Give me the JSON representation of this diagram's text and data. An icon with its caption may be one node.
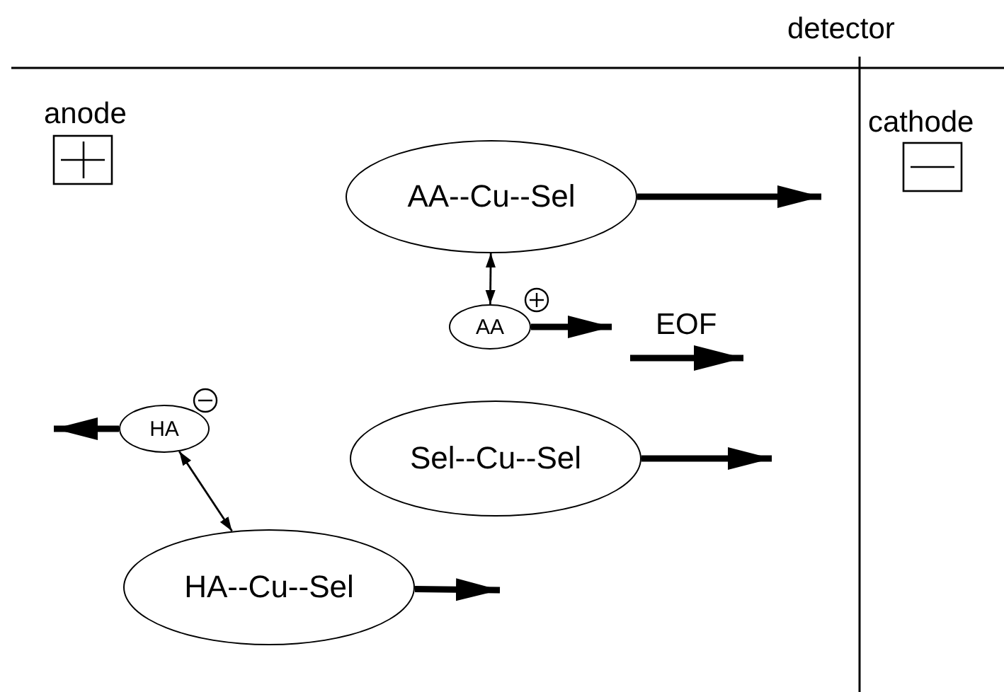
{
  "diagram": {
    "nodes": [
      {
        "text": [
          "AA--Cu--Sel"
        ]
      },
      {
        "text": [
          "AA"
        ]
      },
      {
        "text": [
          "HA"
        ]
      },
      {
        "text": [
          "Sel--Cu--Sel"
        ]
      },
      {
        "text": [
          "HA--Cu--Sel"
        ]
      }
    ],
    "edges": [
      {
        "from": 0,
        "to": null,
        "arrow": "to"
      },
      {
        "from": 1,
        "to": 0,
        "arrow": "both"
      },
      {
        "from": 1,
        "to": null,
        "arrow": "to"
      },
      {
        "from": 2,
        "to": null,
        "arrow": "to"
      },
      {
        "from": 2,
        "to": 4,
        "arrow": "both"
      },
      {
        "from": 3,
        "to": null,
        "arrow": "to"
      },
      {
        "from": 4,
        "to": null,
        "arrow": "to"
      }
    ],
    "labels": [
      "detector",
      "anode",
      "cathode",
      "EOF"
    ]
  }
}
